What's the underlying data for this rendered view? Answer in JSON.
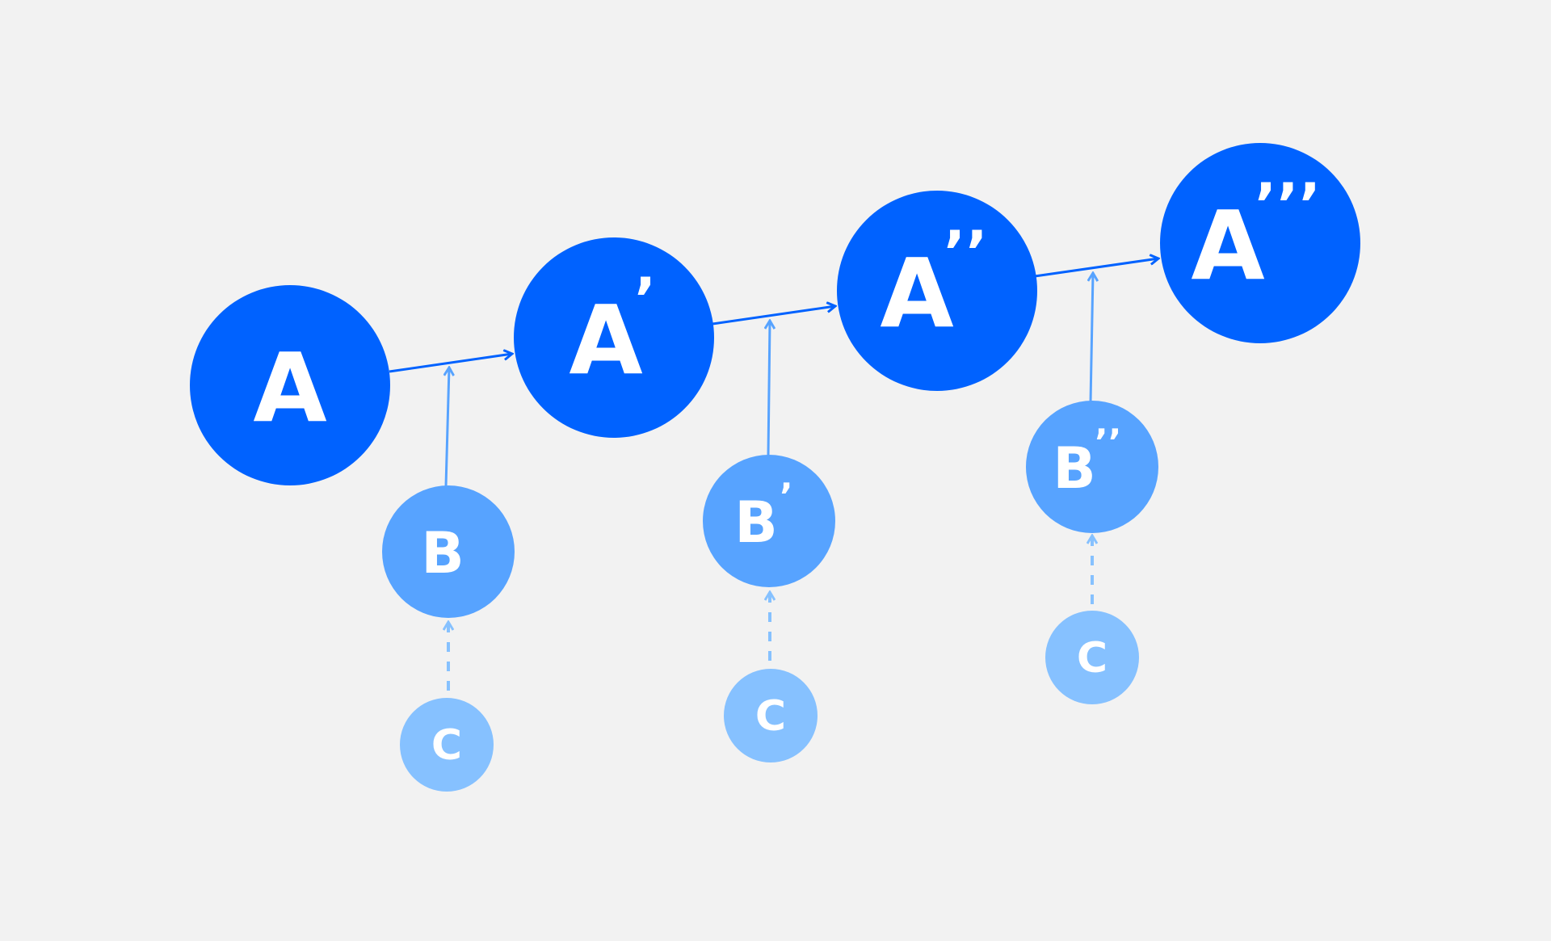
{
  "colors": {
    "background": "#f2f2f2",
    "primary": "#0062ff",
    "secondary": "#57a3ff",
    "tertiary": "#86c1ff",
    "text": "#ffffff"
  },
  "nodes": {
    "a0": {
      "label": "A",
      "primes": ""
    },
    "a1": {
      "label": "A",
      "primes": "’"
    },
    "a2": {
      "label": "A",
      "primes": "’’"
    },
    "a3": {
      "label": "A",
      "primes": "’’’"
    },
    "b0": {
      "label": "B",
      "primes": ""
    },
    "b1": {
      "label": "B",
      "primes": "’"
    },
    "b2": {
      "label": "B",
      "primes": "’’"
    },
    "c0": {
      "label": "C",
      "primes": ""
    },
    "c1": {
      "label": "C",
      "primes": ""
    },
    "c2": {
      "label": "C",
      "primes": ""
    }
  }
}
